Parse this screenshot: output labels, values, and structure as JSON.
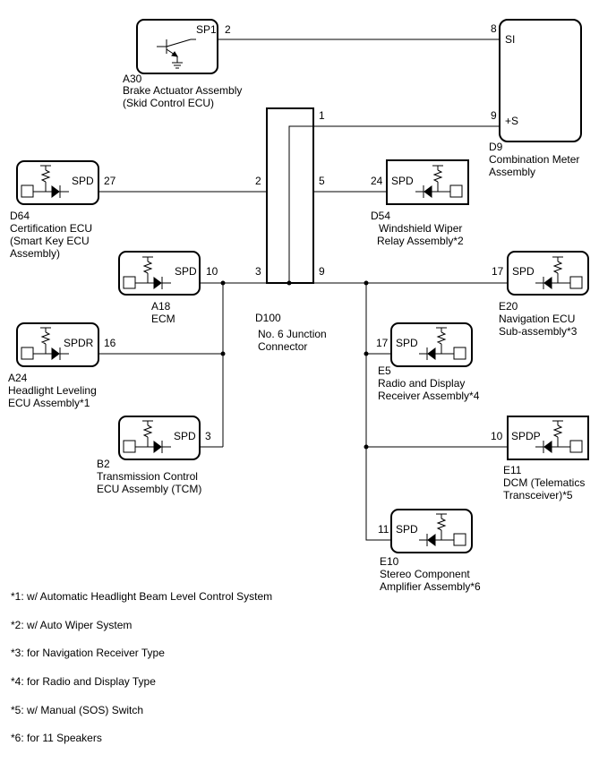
{
  "components": {
    "a30": {
      "code": "A30",
      "name1": "Brake Actuator Assembly",
      "name2": "(Skid Control ECU)",
      "signal": "SP1",
      "pin": "2"
    },
    "d9": {
      "code": "D9",
      "name1": "Combination Meter",
      "name2": "Assembly",
      "sig_si": "SI",
      "pin_si": "8",
      "sig_s": "+S",
      "pin_s": "9"
    },
    "d64": {
      "code": "D64",
      "name1": "Certification ECU",
      "name2": "(Smart Key ECU",
      "name3": "Assembly)",
      "signal": "SPD",
      "pin": "27"
    },
    "d54": {
      "code": "D54",
      "name1": "Windshield Wiper",
      "name2": "Relay Assembly*2",
      "signal": "SPD",
      "pin": "24"
    },
    "a18": {
      "code": "A18",
      "name1": "ECM",
      "signal": "SPD",
      "pin": "10"
    },
    "e20": {
      "code": "E20",
      "name1": "Navigation ECU",
      "name2": "Sub-assembly*3",
      "signal": "SPD",
      "pin": "17"
    },
    "a24": {
      "code": "A24",
      "name1": "Headlight Leveling",
      "name2": "ECU Assembly*1",
      "signal": "SPDR",
      "pin": "16"
    },
    "e5": {
      "code": "E5",
      "name1": "Radio and Display",
      "name2": "Receiver Assembly*4",
      "signal": "SPD",
      "pin": "17"
    },
    "b2": {
      "code": "B2",
      "name1": "Transmission Control",
      "name2": "ECU Assembly (TCM)",
      "signal": "SPD",
      "pin": "3"
    },
    "e11": {
      "code": "E11",
      "name1": "DCM (Telematics",
      "name2": "Transceiver)*5",
      "signal": "SPDP",
      "pin": "10"
    },
    "e10": {
      "code": "E10",
      "name1": "Stereo Component",
      "name2": "Amplifier Assembly*6",
      "signal": "SPD",
      "pin": "11"
    },
    "d100": {
      "code": "D100",
      "name1": "No. 6 Junction",
      "name2": "Connector",
      "pins": [
        "1",
        "2",
        "5",
        "3",
        "9"
      ]
    }
  },
  "notes": [
    "*1: w/ Automatic Headlight Beam Level Control System",
    "*2: w/ Auto Wiper System",
    "*3: for Navigation Receiver Type",
    "*4: for Radio and Display Type",
    "*5: w/ Manual (SOS) Switch",
    "*6: for 11 Speakers"
  ]
}
